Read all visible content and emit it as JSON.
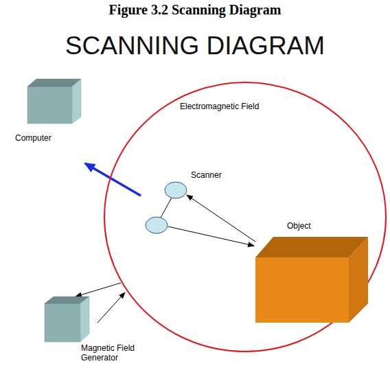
{
  "diagram": {
    "title": "SCANNING DIAGRAM",
    "caption": "Figure 3.2 Scanning Diagram",
    "nodes": [
      {
        "text": [
          "Computer"
        ]
      },
      {
        "text": [
          "Electromagnetic Field"
        ]
      },
      {
        "text": [
          "Scanner"
        ],
        "in": 1
      },
      {
        "text": [
          "Object"
        ],
        "in": 1
      },
      {
        "text": [
          "Magnetic Field Generator"
        ]
      }
    ],
    "edges": [
      {
        "from": 2,
        "to": 0,
        "arrow": "to"
      },
      {
        "from": 3,
        "to": 2,
        "arrow": "to"
      },
      {
        "from": 2,
        "to": 3,
        "arrow": "to"
      },
      {
        "from": 1,
        "to": 4,
        "arrow": "to"
      },
      {
        "from": 4,
        "to": 1,
        "arrow": "to"
      }
    ]
  }
}
